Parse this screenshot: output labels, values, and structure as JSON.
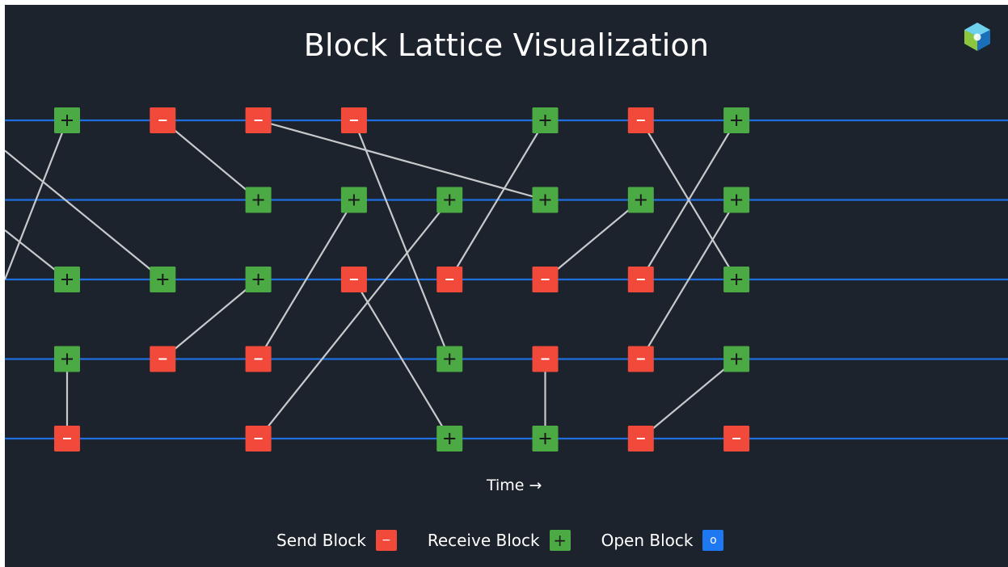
{
  "title": "Block Lattice Visualization",
  "time_label": "Time →",
  "colors": {
    "background": "#1d232c",
    "chain_line": "#1f6fe0",
    "link": "#c7c9cc",
    "send": "#f24a3a",
    "receive": "#4caa45",
    "open": "#1d78f2"
  },
  "logo_icon": "cube-logo-icon",
  "lattice": {
    "chain_count": 5,
    "blocks": [
      {
        "chain": 0,
        "slot": 0,
        "type": "receive"
      },
      {
        "chain": 0,
        "slot": 1,
        "type": "send"
      },
      {
        "chain": 0,
        "slot": 2,
        "type": "send"
      },
      {
        "chain": 0,
        "slot": 3,
        "type": "send"
      },
      {
        "chain": 0,
        "slot": 5,
        "type": "receive"
      },
      {
        "chain": 0,
        "slot": 6,
        "type": "send"
      },
      {
        "chain": 0,
        "slot": 7,
        "type": "receive"
      },
      {
        "chain": 1,
        "slot": 2,
        "type": "receive"
      },
      {
        "chain": 1,
        "slot": 3,
        "type": "receive"
      },
      {
        "chain": 1,
        "slot": 4,
        "type": "receive"
      },
      {
        "chain": 1,
        "slot": 5,
        "type": "receive"
      },
      {
        "chain": 1,
        "slot": 6,
        "type": "receive"
      },
      {
        "chain": 1,
        "slot": 7,
        "type": "receive"
      },
      {
        "chain": 2,
        "slot": 0,
        "type": "receive"
      },
      {
        "chain": 2,
        "slot": 1,
        "type": "receive"
      },
      {
        "chain": 2,
        "slot": 2,
        "type": "receive"
      },
      {
        "chain": 2,
        "slot": 3,
        "type": "send"
      },
      {
        "chain": 2,
        "slot": 4,
        "type": "send"
      },
      {
        "chain": 2,
        "slot": 5,
        "type": "send"
      },
      {
        "chain": 2,
        "slot": 6,
        "type": "send"
      },
      {
        "chain": 2,
        "slot": 7,
        "type": "receive"
      },
      {
        "chain": 3,
        "slot": 0,
        "type": "receive"
      },
      {
        "chain": 3,
        "slot": 1,
        "type": "send"
      },
      {
        "chain": 3,
        "slot": 2,
        "type": "send"
      },
      {
        "chain": 3,
        "slot": 4,
        "type": "receive"
      },
      {
        "chain": 3,
        "slot": 5,
        "type": "send"
      },
      {
        "chain": 3,
        "slot": 6,
        "type": "send"
      },
      {
        "chain": 3,
        "slot": 7,
        "type": "receive"
      },
      {
        "chain": 4,
        "slot": 0,
        "type": "send"
      },
      {
        "chain": 4,
        "slot": 2,
        "type": "send"
      },
      {
        "chain": 4,
        "slot": 4,
        "type": "receive"
      },
      {
        "chain": 4,
        "slot": 5,
        "type": "receive"
      },
      {
        "chain": 4,
        "slot": 6,
        "type": "send"
      },
      {
        "chain": 4,
        "slot": 7,
        "type": "send"
      }
    ],
    "links": [
      {
        "from": [
          0,
          1
        ],
        "to": [
          1,
          2
        ]
      },
      {
        "from": [
          0,
          2
        ],
        "to": [
          1,
          5
        ]
      },
      {
        "from": [
          0,
          3
        ],
        "to": [
          3,
          4
        ]
      },
      {
        "from": [
          0,
          6
        ],
        "to": [
          2,
          7
        ]
      },
      {
        "from": [
          2,
          4
        ],
        "to": [
          0,
          5
        ]
      },
      {
        "from": [
          2,
          6
        ],
        "to": [
          0,
          7
        ]
      },
      {
        "from": [
          2,
          3
        ],
        "to": [
          4,
          4
        ]
      },
      {
        "from": [
          2,
          5
        ],
        "to": [
          1,
          6
        ]
      },
      {
        "from": [
          3,
          1
        ],
        "to": [
          2,
          2
        ]
      },
      {
        "from": [
          3,
          2
        ],
        "to": [
          1,
          3
        ]
      },
      {
        "from": [
          4,
          2
        ],
        "to": [
          1,
          4
        ]
      },
      {
        "from": [
          3,
          6
        ],
        "to": [
          1,
          7
        ]
      },
      {
        "from": [
          4,
          6
        ],
        "to": [
          3,
          7
        ]
      },
      {
        "from": [
          4,
          0
        ],
        "to": [
          3,
          0
        ]
      },
      {
        "from": [
          3,
          5
        ],
        "to": [
          4,
          5
        ]
      }
    ],
    "edge_links": [
      {
        "from_left_chain": 0.38,
        "to": [
          2,
          1
        ]
      },
      {
        "from_left_chain": 1.38,
        "to": [
          2,
          0
        ]
      },
      {
        "from_left_chain": 2.0,
        "to": [
          0,
          0
        ]
      }
    ]
  },
  "legend": [
    {
      "label": "Send Block",
      "type": "send",
      "symbol": "−"
    },
    {
      "label": "Receive Block",
      "type": "receive",
      "symbol": "+"
    },
    {
      "label": "Open Block",
      "type": "open",
      "symbol": "o"
    }
  ]
}
